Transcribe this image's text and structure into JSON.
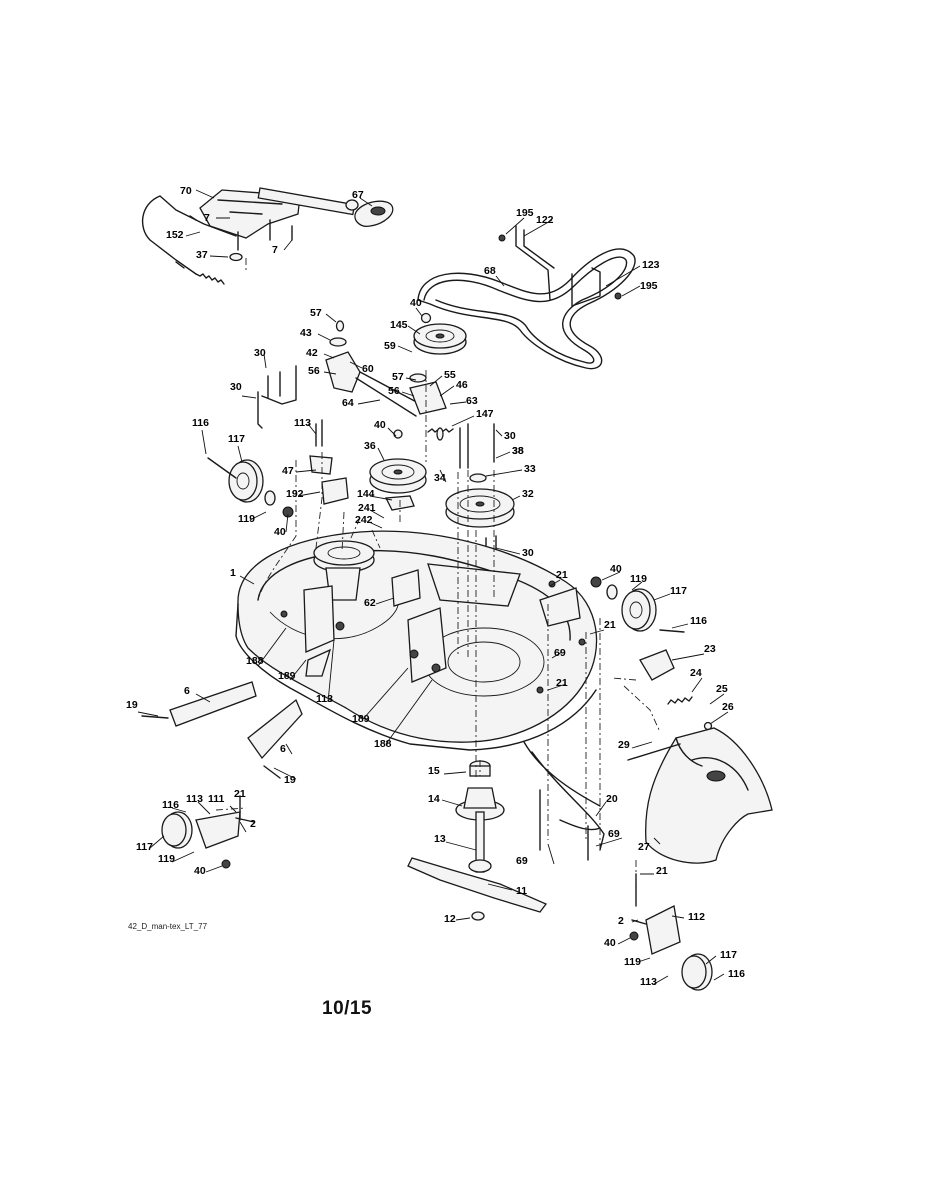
{
  "document": {
    "drawing_code": "42_D_man-tex_LT_77",
    "page_number": "10/15"
  },
  "callouts": [
    "70",
    "67",
    "7",
    "7",
    "152",
    "37",
    "195",
    "122",
    "68",
    "123",
    "195",
    "40",
    "145",
    "57",
    "43",
    "42",
    "60",
    "59",
    "56",
    "55",
    "57",
    "56",
    "46",
    "64",
    "63",
    "147",
    "30",
    "38",
    "30",
    "113",
    "116",
    "117",
    "40",
    "36",
    "30",
    "38",
    "47",
    "33",
    "34",
    "192",
    "144",
    "32",
    "119",
    "40",
    "241",
    "242",
    "30",
    "1",
    "62",
    "21",
    "40",
    "119",
    "117",
    "116",
    "21",
    "69",
    "21",
    "23",
    "188",
    "189",
    "113",
    "24",
    "25",
    "26",
    "189",
    "188",
    "19",
    "6",
    "6",
    "19",
    "15",
    "29",
    "14",
    "20",
    "116",
    "113",
    "111",
    "21",
    "2",
    "69",
    "69",
    "27",
    "13",
    "117",
    "119",
    "40",
    "11",
    "21",
    "12",
    "112",
    "2",
    "40",
    "117",
    "119",
    "116",
    "113"
  ]
}
